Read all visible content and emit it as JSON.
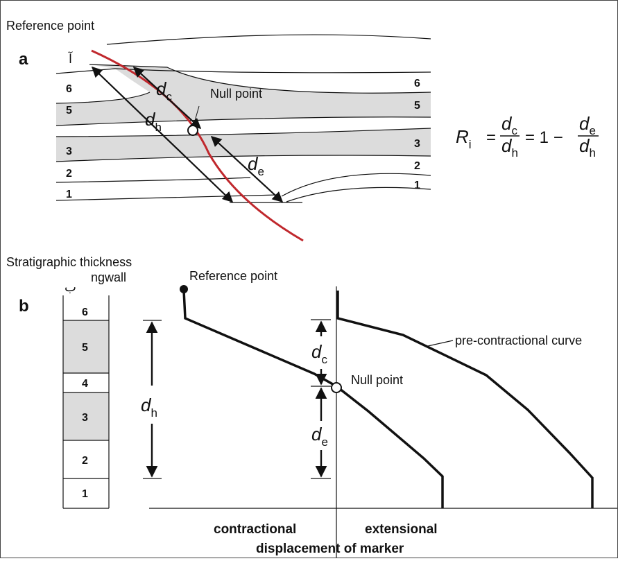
{
  "panel_a": {
    "heading": "Reference point",
    "letter": "a",
    "corner_mark": "آ",
    "layers_left": [
      "6",
      "5",
      "3",
      "2",
      "1"
    ],
    "layers_right": [
      "6",
      "5",
      "3",
      "2",
      "1"
    ],
    "null_point": "Null point",
    "d_c": "d",
    "d_c_sub": "c",
    "d_h": "d",
    "d_h_sub": "h",
    "d_e": "d",
    "d_e_sub": "e",
    "formula": {
      "lhs": "R",
      "lhs_sub": "i",
      "f1_num": "d",
      "f1_num_sub": "c",
      "f1_den": "d",
      "f1_den_sub": "h",
      "mid": "= 1 −",
      "f2_num": "d",
      "f2_num_sub": "e",
      "f2_den": "d",
      "f2_den_sub": "h"
    }
  },
  "panel_b": {
    "heading": "Stratigraphic thickness",
    "sub_heading": "ngwall",
    "corner_mark": "ب",
    "letter": "b",
    "reference_point": "Reference point",
    "column_units": [
      "6",
      "5",
      "4",
      "3",
      "2",
      "1"
    ],
    "null_point": "Null point",
    "curve_label": "pre-contractional curve",
    "d_h": "d",
    "d_h_sub": "h",
    "d_c": "d",
    "d_c_sub": "c",
    "d_e": "d",
    "d_e_sub": "e",
    "x_left": "contractional",
    "x_right": "extensional",
    "x_title": "displacement of marker"
  },
  "colors": {
    "fault": "#c0282d",
    "shade": "#dcdcdc",
    "ink": "#111111"
  }
}
